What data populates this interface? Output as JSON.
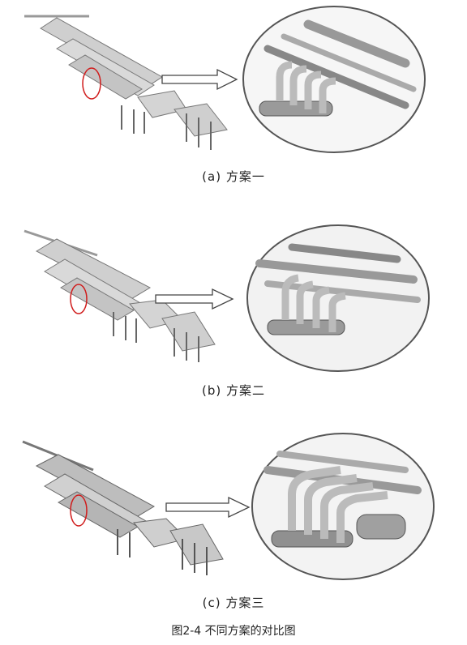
{
  "panels": [
    {
      "caption": "(a) 方案一"
    },
    {
      "caption": "(b) 方案二"
    },
    {
      "caption": "(c) 方案三"
    }
  ],
  "figure_title": "图2-4 不同方案的对比图",
  "colors": {
    "highlight": "#d01c1c",
    "pipe": "#bdbdbd",
    "pipe_dark": "#6e6e6e",
    "arrow": "#444444"
  },
  "icons": [
    "pipe-network-overview",
    "highlight-ellipse",
    "right-arrow-icon",
    "zoomed-pipe-detail"
  ]
}
